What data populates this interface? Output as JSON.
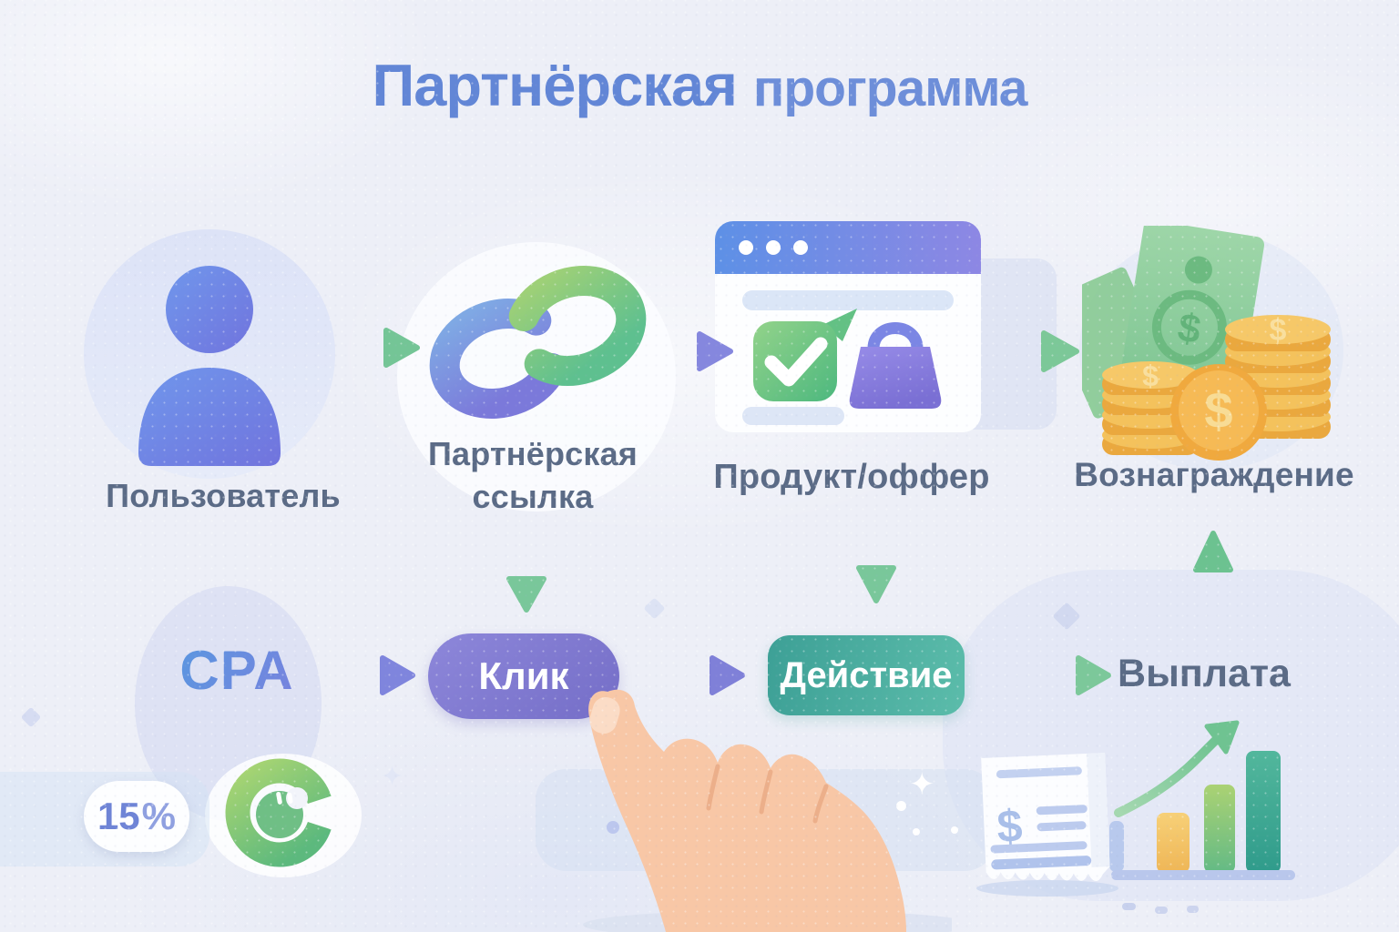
{
  "title": {
    "primary": "Партнёрская",
    "secondary": "программа"
  },
  "top_flow": {
    "nodes": [
      {
        "id": "user",
        "label": "Пользователь",
        "icon": "user-icon"
      },
      {
        "id": "affiliate-link",
        "label_line1": "Партнёрская",
        "label_line2": "ссылка",
        "icon": "affiliate-link-icon"
      },
      {
        "id": "product-offer",
        "label": "Продукт/оффер",
        "icon": "product-browser-icon"
      },
      {
        "id": "reward",
        "label": "Вознаграждение",
        "icon": "reward-money-icon"
      }
    ]
  },
  "bottom_flow": {
    "cpa_label": "CPA",
    "click_label": "Клик",
    "action_label": "Действие",
    "payout_label": "Выплата"
  },
  "badge": {
    "value": "15",
    "unit": "%"
  },
  "decorations": {
    "currency_symbol": "$",
    "icons": [
      "donut-chart-icon",
      "receipt-icon",
      "bar-chart-icon",
      "growth-arrow-icon",
      "pointing-hand-icon"
    ]
  },
  "colors": {
    "title_blue": "#6286d6",
    "label_slate": "#5b6b86",
    "click_purple": "#7d77cd",
    "action_teal": "#44aa9c",
    "arrow_green": "#7cc698",
    "arrow_blue": "#7fa9e6",
    "arrow_purple": "#8a8bdf",
    "coin_gold": "#f3bc55",
    "banknote_green": "#93cf9f",
    "badge_blue": "#6e84d6",
    "hand_skin": "#f8c7a6",
    "background": "#edeff7"
  }
}
